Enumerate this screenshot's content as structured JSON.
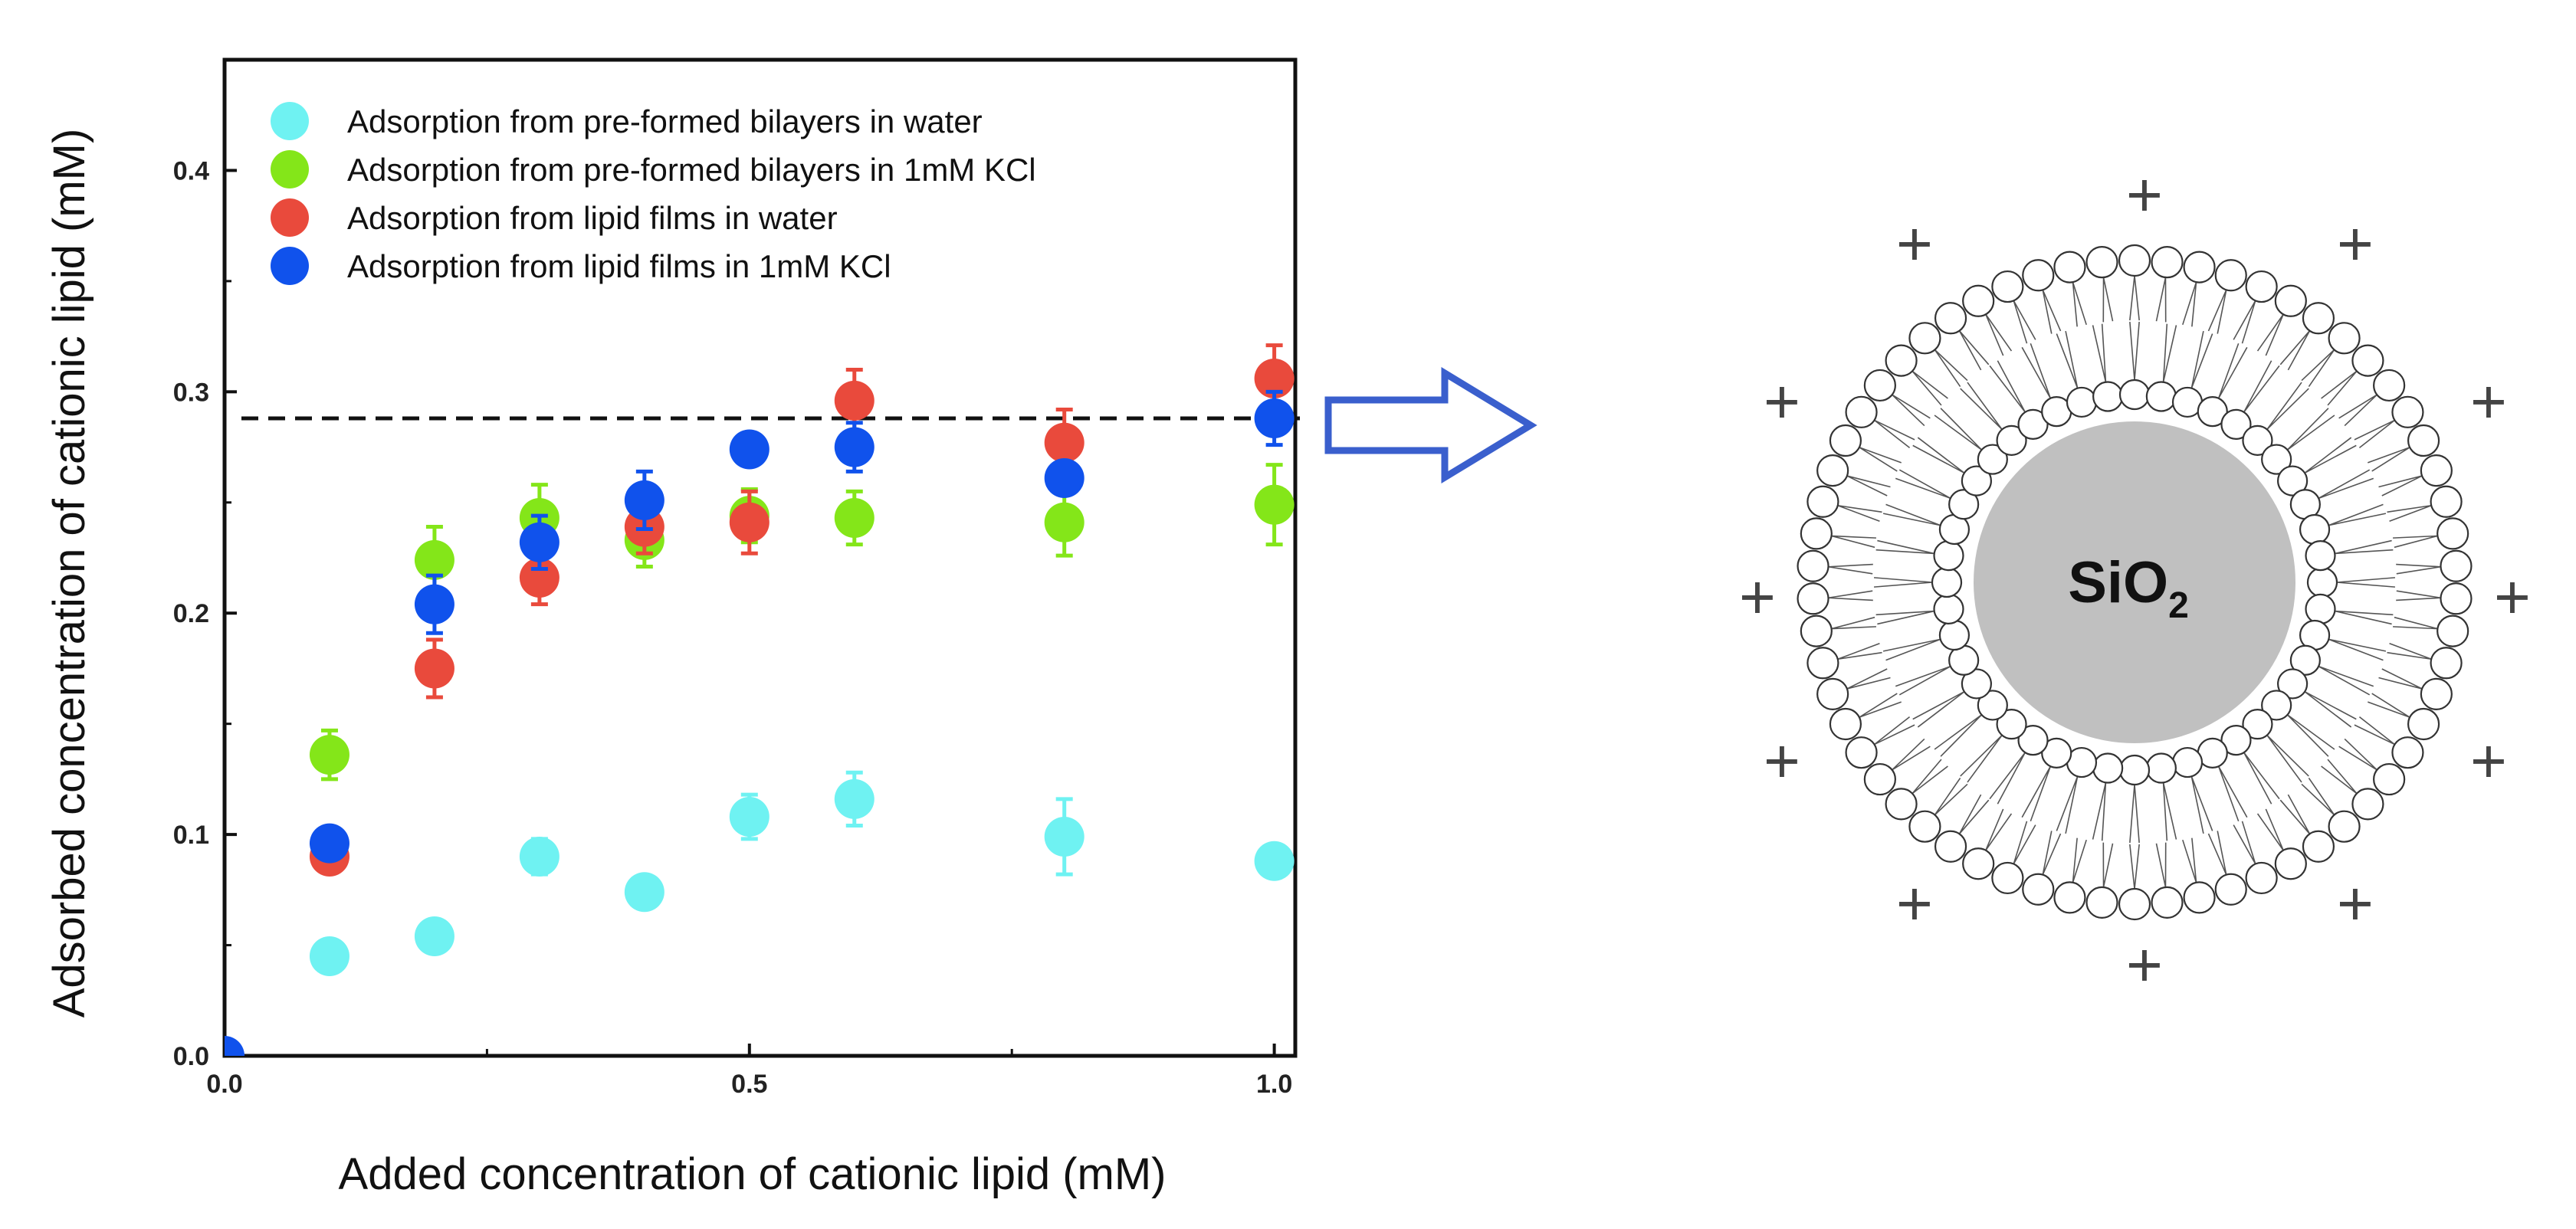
{
  "chart_data": {
    "type": "scatter",
    "xlabel": "Added concentration of cationic lipid (mM)",
    "ylabel": "Adsorbed concentration of cationic lipid (mM)",
    "xlim": [
      0,
      1.02
    ],
    "ylim": [
      0,
      0.45
    ],
    "xticks": [
      0.0,
      0.5,
      1.0
    ],
    "xtick_labels": [
      "0.0",
      "0.5",
      "1.0"
    ],
    "yticks": [
      0.0,
      0.1,
      0.2,
      0.3,
      0.4
    ],
    "ytick_labels": [
      "0.0",
      "0.1",
      "0.2",
      "0.3",
      "0.4"
    ],
    "grid": false,
    "legend_position": "top-left",
    "reference_line": {
      "y": 0.288,
      "style": "dashed"
    },
    "series": [
      {
        "name": "Adsorption from pre-formed bilayers in water",
        "color": "#6ff2f2",
        "x": [
          0.1,
          0.2,
          0.3,
          0.4,
          0.5,
          0.6,
          0.8,
          1.0
        ],
        "y": [
          0.045,
          0.054,
          0.09,
          0.074,
          0.108,
          0.116,
          0.099,
          0.088
        ],
        "err": [
          0.004,
          0.005,
          0.008,
          0.005,
          0.01,
          0.012,
          0.017,
          0.006
        ]
      },
      {
        "name": "Adsorption from pre-formed bilayers in 1mM KCl",
        "color": "#84e619",
        "x": [
          0.1,
          0.2,
          0.3,
          0.4,
          0.5,
          0.6,
          0.8,
          1.0
        ],
        "y": [
          0.136,
          0.224,
          0.243,
          0.233,
          0.244,
          0.243,
          0.241,
          0.249
        ],
        "err": [
          0.011,
          0.015,
          0.015,
          0.012,
          0.012,
          0.012,
          0.015,
          0.018
        ]
      },
      {
        "name": "Adsorption from lipid films in water",
        "color": "#e94a3c",
        "x": [
          0.1,
          0.2,
          0.3,
          0.4,
          0.5,
          0.6,
          0.8,
          1.0
        ],
        "y": [
          0.09,
          0.175,
          0.216,
          0.239,
          0.241,
          0.296,
          0.277,
          0.306
        ],
        "err": [
          0.004,
          0.013,
          0.012,
          0.012,
          0.014,
          0.014,
          0.015,
          0.015
        ]
      },
      {
        "name": "Adsorption from lipid films in 1mM KCl",
        "color": "#1052ec",
        "x": [
          0.0,
          0.1,
          0.2,
          0.3,
          0.4,
          0.5,
          0.6,
          0.8,
          1.0
        ],
        "y": [
          0.0,
          0.096,
          0.204,
          0.232,
          0.251,
          0.274,
          0.275,
          0.261,
          0.288
        ],
        "err": [
          0.0,
          0.004,
          0.013,
          0.012,
          0.013,
          0.004,
          0.011,
          0.004,
          0.012
        ]
      }
    ]
  },
  "diagram": {
    "particle_label": "SiO",
    "particle_subscript": "2",
    "charge_symbol": "+",
    "particle_color": "#c0c0c0",
    "arrow_color": "#3a5fcd"
  }
}
